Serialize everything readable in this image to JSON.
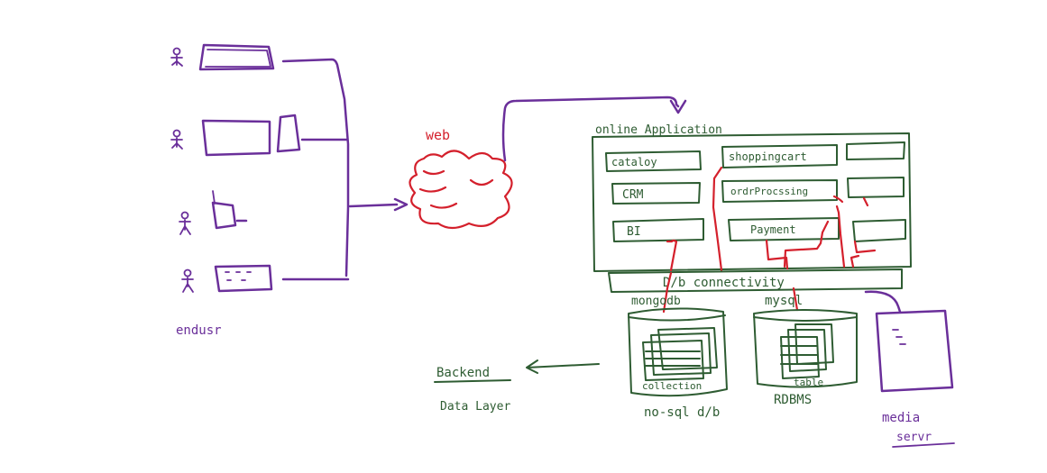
{
  "colors": {
    "green": "#2e5c32",
    "purple": "#6a2f9a",
    "red": "#d4202c"
  },
  "end_users": {
    "label": "endusr",
    "devices": [
      "laptop-icon",
      "tablet-and-phone-icon",
      "mobile-phone-icon",
      "monitor-icon"
    ]
  },
  "web": {
    "label": "web",
    "icon": "cloud-icon"
  },
  "online_application": {
    "title": "online Application",
    "modules": {
      "catalog": "cataloy",
      "shopping_cart": "shoppingcart",
      "crm": "CRM",
      "order_processing": "ordrProcssing",
      "bi": "BI",
      "payment": "Payment"
    }
  },
  "db_connectivity": {
    "label": "D/b connectivity"
  },
  "data_stores": {
    "mongodb": {
      "label": "mongodb",
      "inner_label": "collection",
      "caption": "no-sql d/b"
    },
    "mysql": {
      "label": "mysql",
      "inner_label": "table",
      "caption": "RDBMS"
    },
    "media": {
      "caption_line1": "media",
      "caption_line2": "servr"
    }
  },
  "backend_label": {
    "line1": "Backend",
    "line2": "Data Layer"
  }
}
